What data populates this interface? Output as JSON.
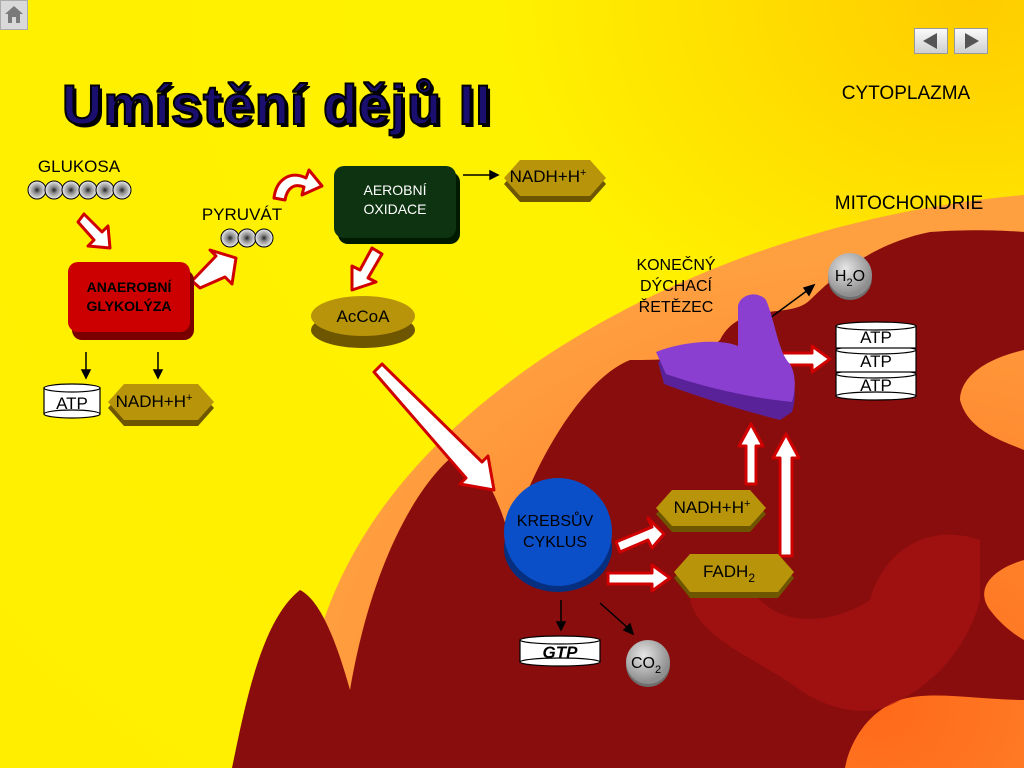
{
  "title": "Umístění dějů II",
  "labels": {
    "cytoplazma": "CYTOPLAZMA",
    "mitochondrie": "MITOCHONDRIE",
    "glukosa": "GLUKOSA",
    "pyruvat": "PYRUVÁT",
    "anaerobni_1": "ANAEROBNÍ",
    "anaerobni_2": "GLYKOLÝZA",
    "aerobni_1": "AEROBNÍ",
    "aerobni_2": "OXIDACE",
    "accoa": "AcCoA",
    "nadh_base": "NADH+H",
    "nadh_sup": "+",
    "atp": "ATP",
    "krebs_1": "KREBSŮV",
    "krebs_2": "CYKLUS",
    "fadh_base": "FADH",
    "fadh_sub": "2",
    "gtp": "GTP",
    "co_base": "CO",
    "co_sub": "2",
    "h_base": "H",
    "h_sub": "2",
    "h_o": "O",
    "chain_1": "KONEČNÝ",
    "chain_2": "DÝCHACÍ",
    "chain_3": "ŘETĚZEC"
  },
  "counts": {
    "glukosa_units": 6,
    "pyruvat_units": 3
  },
  "icons": [
    "home-icon",
    "back-arrow-icon",
    "forward-arrow-icon"
  ],
  "colors": {
    "background": "#fff200",
    "mito_outer": "#ff8a30",
    "mito_inner": "#8a0d0d",
    "title": "#1a0f6e",
    "anaerobic_box": "#cc0000",
    "aerobic_box": "#0d3311",
    "nadh_gold": "#b8940a",
    "krebs_blue": "#0a4fc8",
    "chain_purple": "#8a3fd0"
  }
}
